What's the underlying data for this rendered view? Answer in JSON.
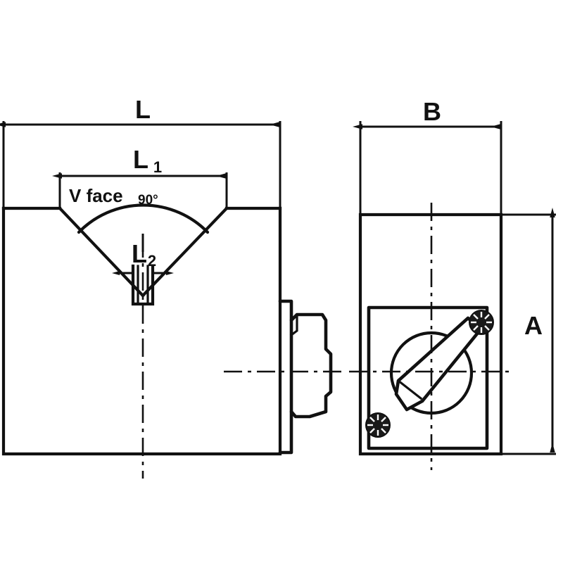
{
  "drawing": {
    "title": "V-block with clamp - orthographic dimension drawing",
    "background_color": "#ffffff",
    "line_color": "#111111",
    "views": {
      "front": {
        "name": "front-view",
        "description": "V-block front elevation with 90 degree vee notch and clamp plate"
      },
      "side": {
        "name": "side-view",
        "description": "V-block side elevation with clamp lever, circular boss and two knurled screws"
      }
    },
    "dimensions": {
      "overall_length": {
        "label": "L",
        "view": "front-view"
      },
      "vee_width": {
        "label": "L",
        "subscript": "1",
        "view": "front-view"
      },
      "slot_width": {
        "label": "L",
        "subscript": "2",
        "view": "front-view"
      },
      "height": {
        "label": "A",
        "view": "side-view"
      },
      "width": {
        "label": "B",
        "view": "side-view"
      }
    },
    "annotations": {
      "vee_face": {
        "text": "V face",
        "angle": "90°"
      }
    }
  }
}
